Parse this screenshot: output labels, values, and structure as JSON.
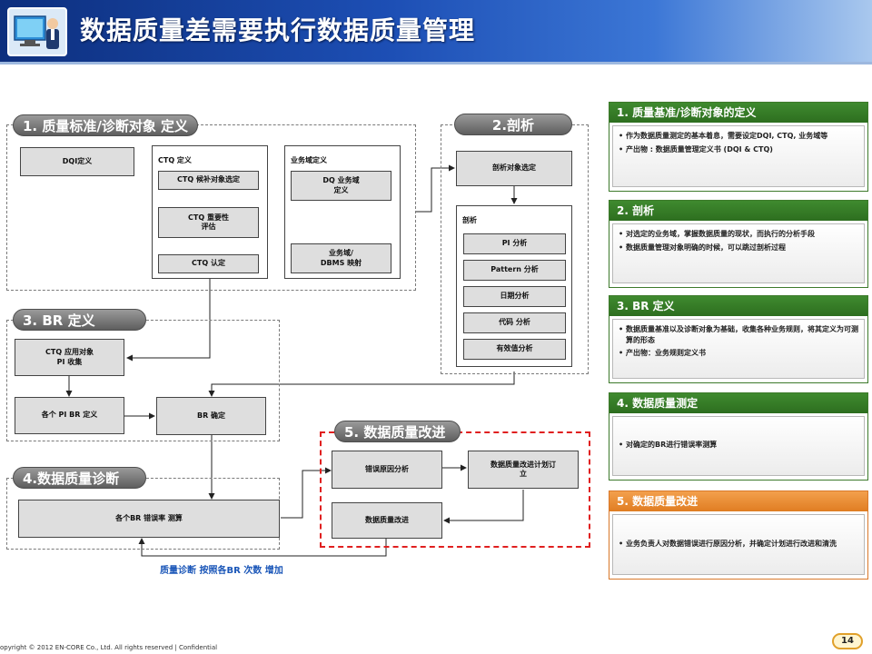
{
  "header": {
    "title": "数据质量差需要执行数据质量管理"
  },
  "sections": {
    "s1": {
      "title": "1. 质量标准/诊断对象 定义",
      "dqi": "DQI定义",
      "ctq_label": "CTQ 定义",
      "ctq_items": [
        "CTQ 候补对象选定",
        "CTQ 重要性\n评估",
        "CTQ 认定"
      ],
      "domain_label": "业务域定义",
      "domain_items": [
        "DQ 业务域\n定义",
        "业务域/\nDBMS 映射"
      ]
    },
    "s2": {
      "title": "2.剖析",
      "target": "剖析对象选定",
      "analysis_label": "剖析",
      "analysis_items": [
        "PI 分析",
        "Pattern 分析",
        "日期分析",
        "代码 分析",
        "有效值分析"
      ]
    },
    "s3": {
      "title": "3. BR 定义",
      "items": [
        "CTQ 应用对象\nPI 收集",
        "各个 PI BR 定义",
        "BR 确定"
      ]
    },
    "s4": {
      "title": "4.数据质量诊断",
      "item": "各个BR 错误率 测算"
    },
    "s5": {
      "title": "5. 数据质量改进",
      "items": [
        "错误原因分析",
        "数据质量改进计划订\n立",
        "数据质量改进"
      ]
    },
    "feedback_note": "质量诊断 按照各BR 次数 增加"
  },
  "panels": [
    {
      "title": "1. 质量基准/诊断对象的定义",
      "bullets": [
        "作为数据质量测定的基本着息，需要设定DQI, CTQ, 业务域等",
        "产出物 : 数据质量管理定义书 (DQI & CTQ)"
      ]
    },
    {
      "title": "2. 剖析",
      "bullets": [
        "对选定的业务域，掌握数据质量的现状，而执行的分析手段",
        "数据质量管理对象明确的时候，可以跳过剖析过程"
      ]
    },
    {
      "title": "3. BR 定义",
      "bullets": [
        "数据质量基准以及诊断对象为基础，收集各种业务规则，将其定义为可测算的形态",
        "产出物：业务规则定义书"
      ]
    },
    {
      "title": "4. 数据质量测定",
      "bullets": [
        "对确定的BR进行错误率测算"
      ]
    },
    {
      "title": "5. 数据质量改进",
      "bullets": [
        "业务负责人对数据错误进行原因分析，并确定计划进行改进和清洗"
      ]
    }
  ],
  "footer": {
    "copyright": "opyright © 2012 EN-CORE Co., Ltd. All rights reserved  |  Confidential",
    "page": "14"
  },
  "colors": {
    "panel_green": "#2d6e1f",
    "panel_orange": "#e07d22",
    "improve_border": "#e02020"
  }
}
